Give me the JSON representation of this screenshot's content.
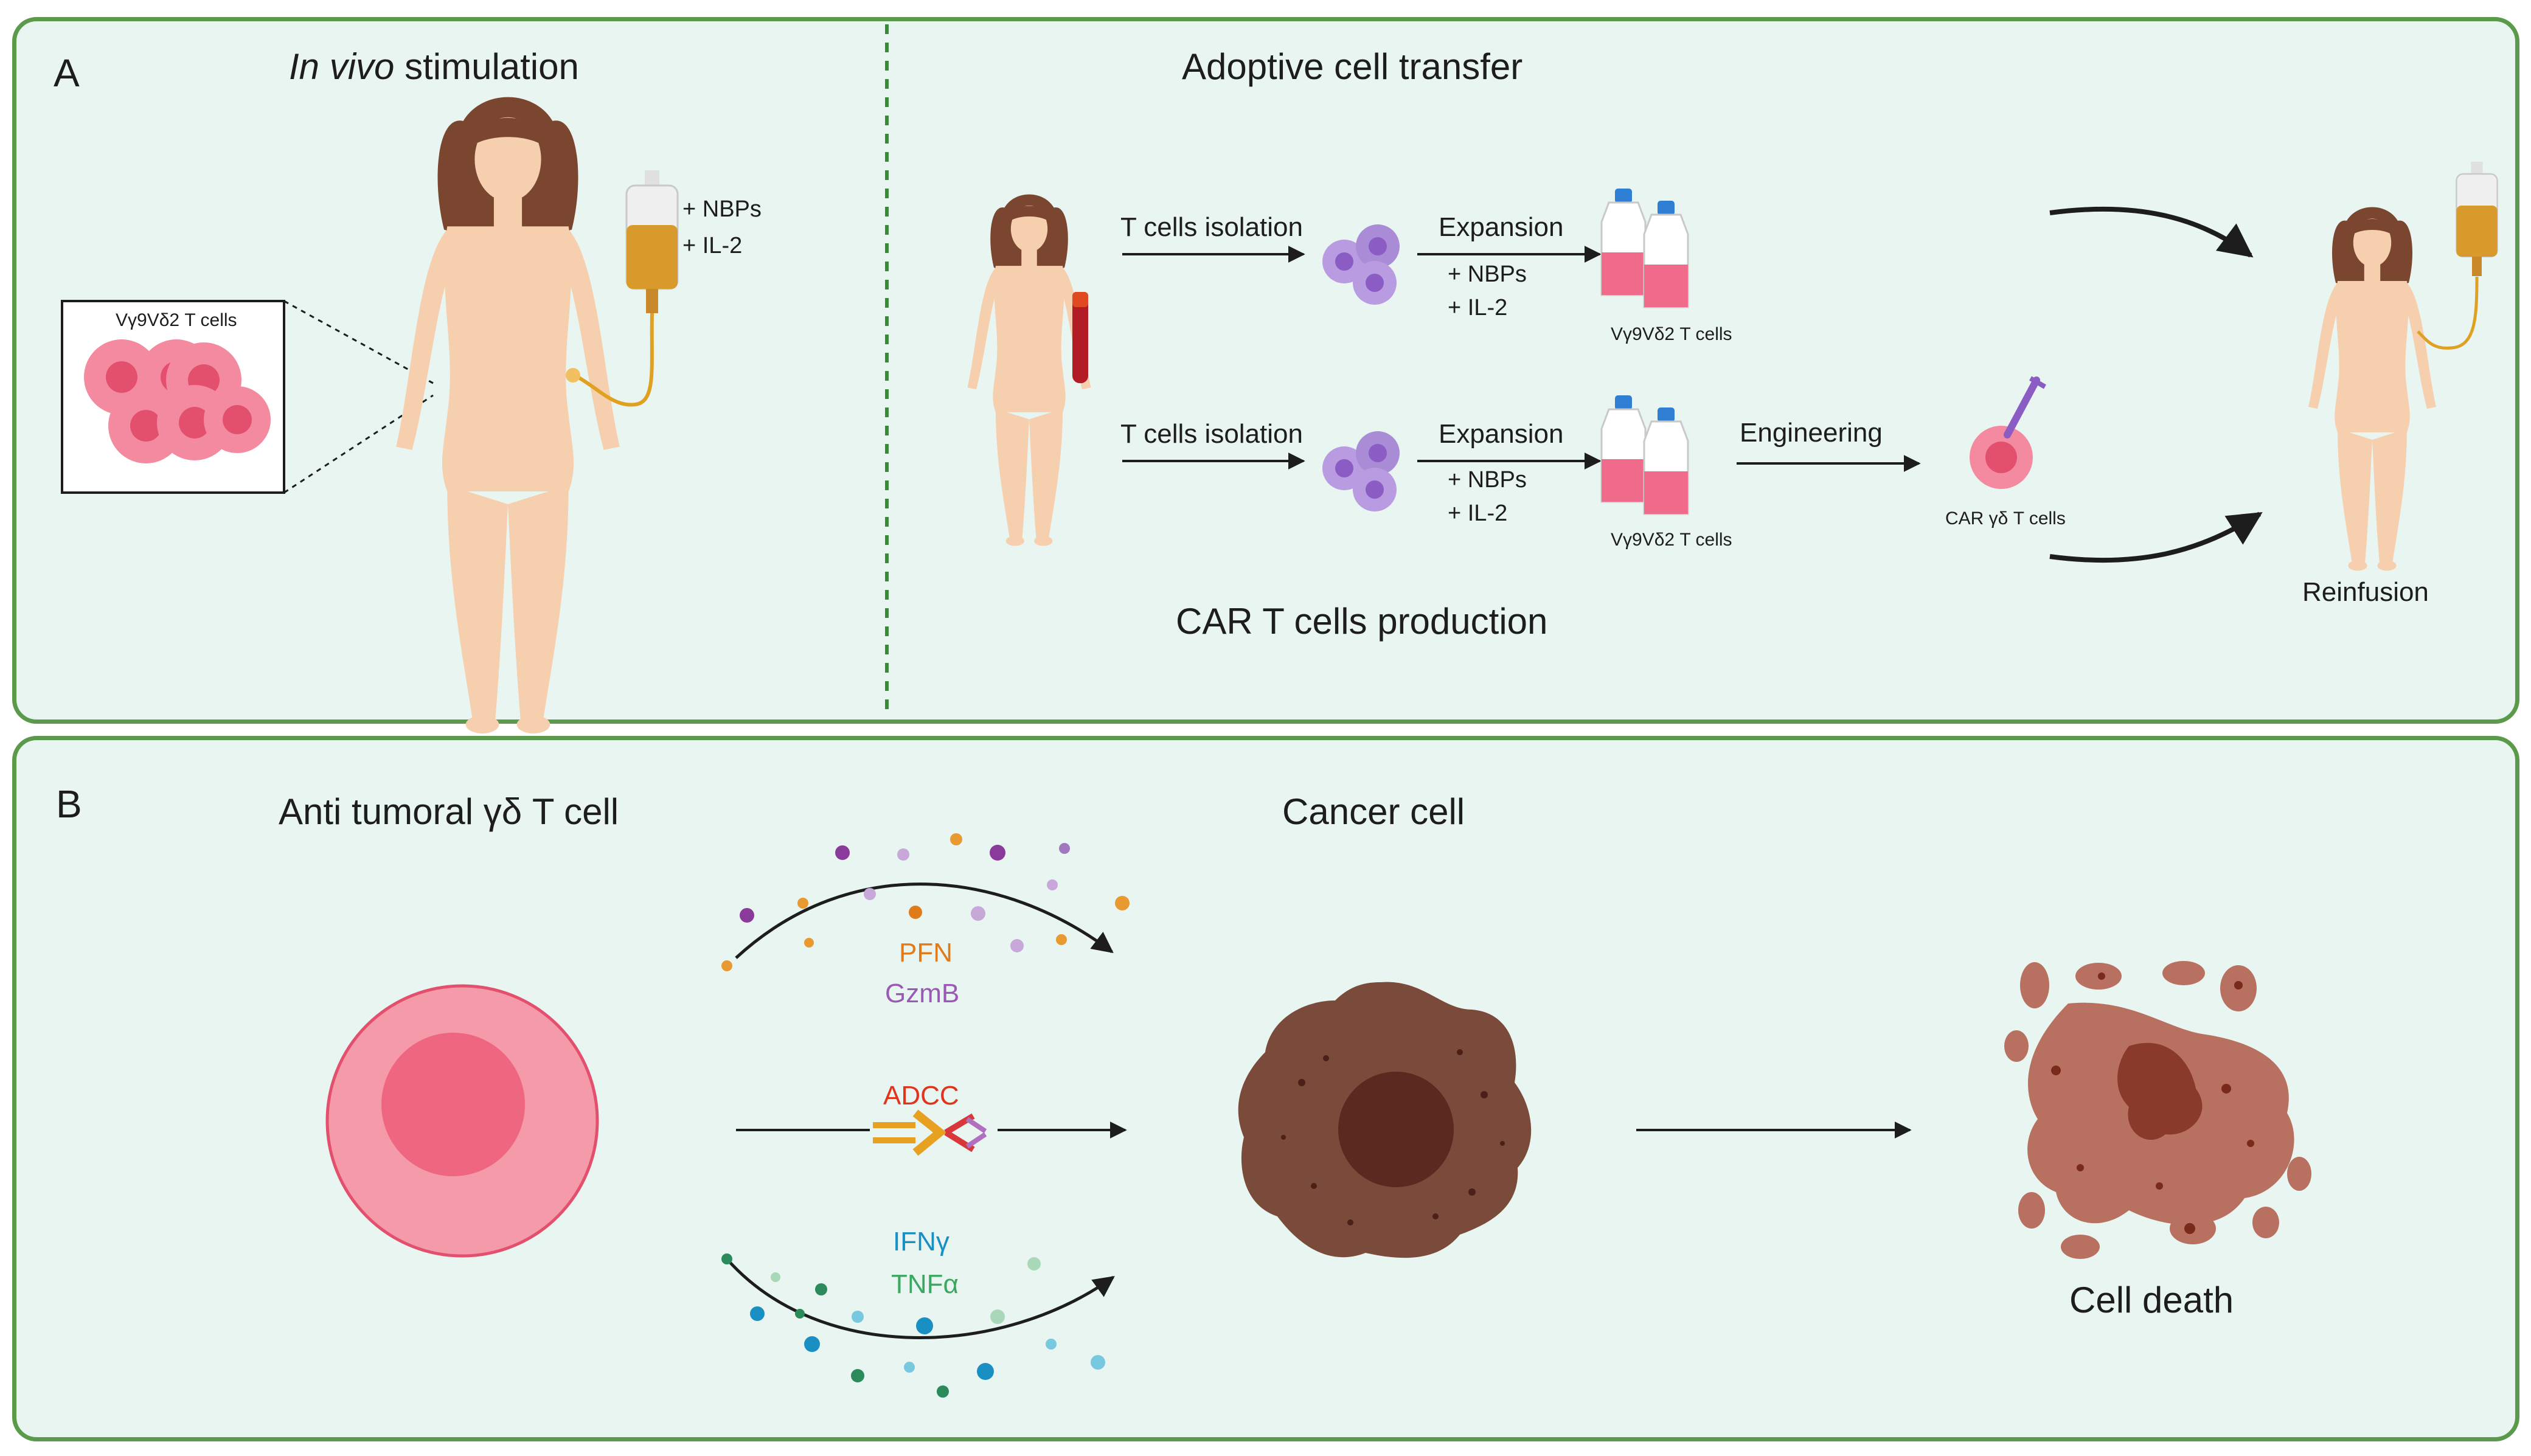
{
  "panel_a": {
    "letter": "A",
    "in_vivo_italic": "In vivo",
    "in_vivo_rest": " stimulation",
    "adoptive_title": "Adoptive cell transfer",
    "inset_label": "Vγ9Vδ2 T cells",
    "iv_bag_nbps": "+ NBPs",
    "iv_bag_il2": "+ IL-2",
    "row1": {
      "isolation": "T cells isolation",
      "expansion": "Expansion",
      "nbps": "+ NBPs",
      "il2": "+ IL-2",
      "flask_label": "Vγ9Vδ2 T cells"
    },
    "row2": {
      "isolation": "T cells isolation",
      "expansion": "Expansion",
      "nbps": "+ NBPs",
      "il2": "+ IL-2",
      "flask_label": "Vγ9Vδ2 T cells",
      "engineering": "Engineering",
      "car_label": "CAR γδ T cells"
    },
    "car_production": "CAR T cells production",
    "reinfusion": "Reinfusion"
  },
  "panel_b": {
    "letter": "B",
    "t_cell_title": "Anti tumoral γδ T cell",
    "cancer_title": "Cancer cell",
    "pfn": "PFN",
    "gzmb": "GzmB",
    "adcc": "ADCC",
    "ifng": "IFNγ",
    "tnfa": "TNFα",
    "cell_death": "Cell death"
  },
  "colors": {
    "panel_bg": "#e9f5f1",
    "panel_border": "#5a9a4a",
    "pfn": "#e07b1c",
    "gzmb": "#9b59b6",
    "adcc": "#e0341c",
    "ifng": "#1a8fc4",
    "tnfa": "#3aa860",
    "t_cell": "#f07a8a",
    "cancer": "#7a4a3a"
  }
}
